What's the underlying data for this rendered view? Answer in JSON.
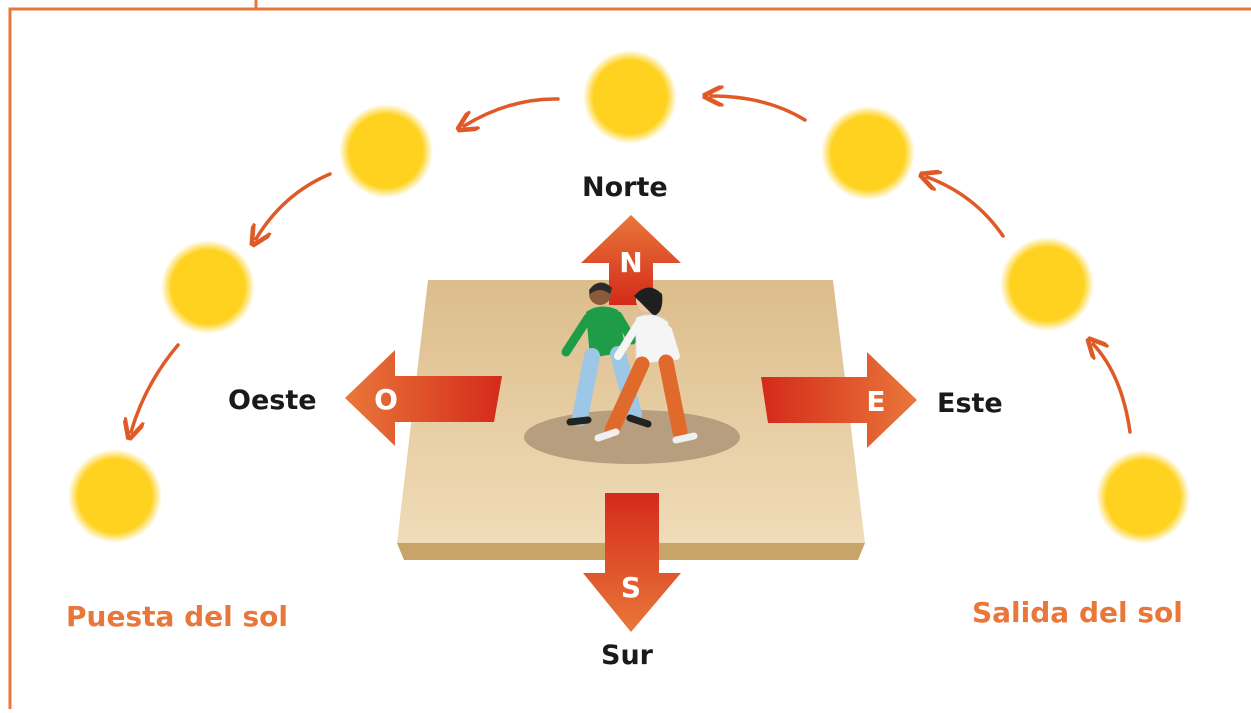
{
  "directions": {
    "north": {
      "name": "Norte",
      "letter": "N"
    },
    "south": {
      "name": "Sur",
      "letter": "S"
    },
    "east": {
      "name": "Este",
      "letter": "E"
    },
    "west": {
      "name": "Oeste",
      "letter": "O"
    }
  },
  "sun_path": {
    "sunrise_label": "Salida del sol",
    "sunset_label": "Puesta del sol",
    "sun_count": 7
  },
  "colors": {
    "frame": "#e9773a",
    "arrow": "#e25a24",
    "arrow_dark": "#d43a1e",
    "path_arrow": "#e05a28",
    "sun": "#ffd21f",
    "ground_top": "#e6c99b",
    "ground_side": "#c9a468",
    "label_text": "#1a1a1a",
    "sun_label_text": "#e9773a"
  }
}
